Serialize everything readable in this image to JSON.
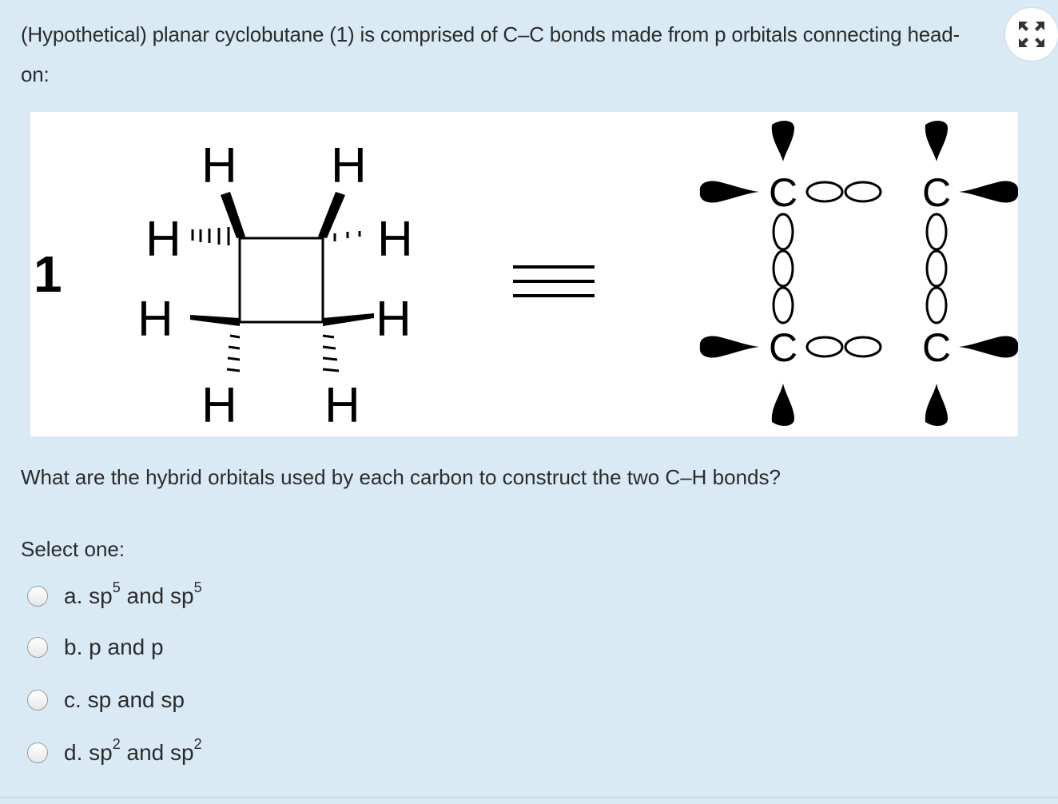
{
  "question": {
    "text": "(Hypothetical) planar cyclobutane (1) is comprised of C–C bonds made from p orbitals connecting head-on:",
    "prompt": "What are the hybrid orbitals used by each carbon to construct the two C–H bonds?"
  },
  "figure": {
    "compound_number": "1",
    "atom_H": "H",
    "atom_C": "C",
    "equivalence_symbol": "≡"
  },
  "select_label": "Select one:",
  "options": [
    {
      "letter": "a.",
      "part1": "sp",
      "sup1": "5",
      "joiner": " and ",
      "part2": "sp",
      "sup2": "5"
    },
    {
      "letter": "b.",
      "text": "p and p"
    },
    {
      "letter": "c.",
      "text": "sp and sp"
    },
    {
      "letter": "d.",
      "part1": "sp",
      "sup1": "2",
      "joiner": " and ",
      "part2": "sp",
      "sup2": "2"
    }
  ],
  "icons": {
    "fullscreen": "expand-arrows-icon",
    "radio": "radio-unchecked"
  },
  "colors": {
    "background": "#d9eaf5",
    "text": "#2b2b2b",
    "figure_bg": "#ffffff"
  }
}
